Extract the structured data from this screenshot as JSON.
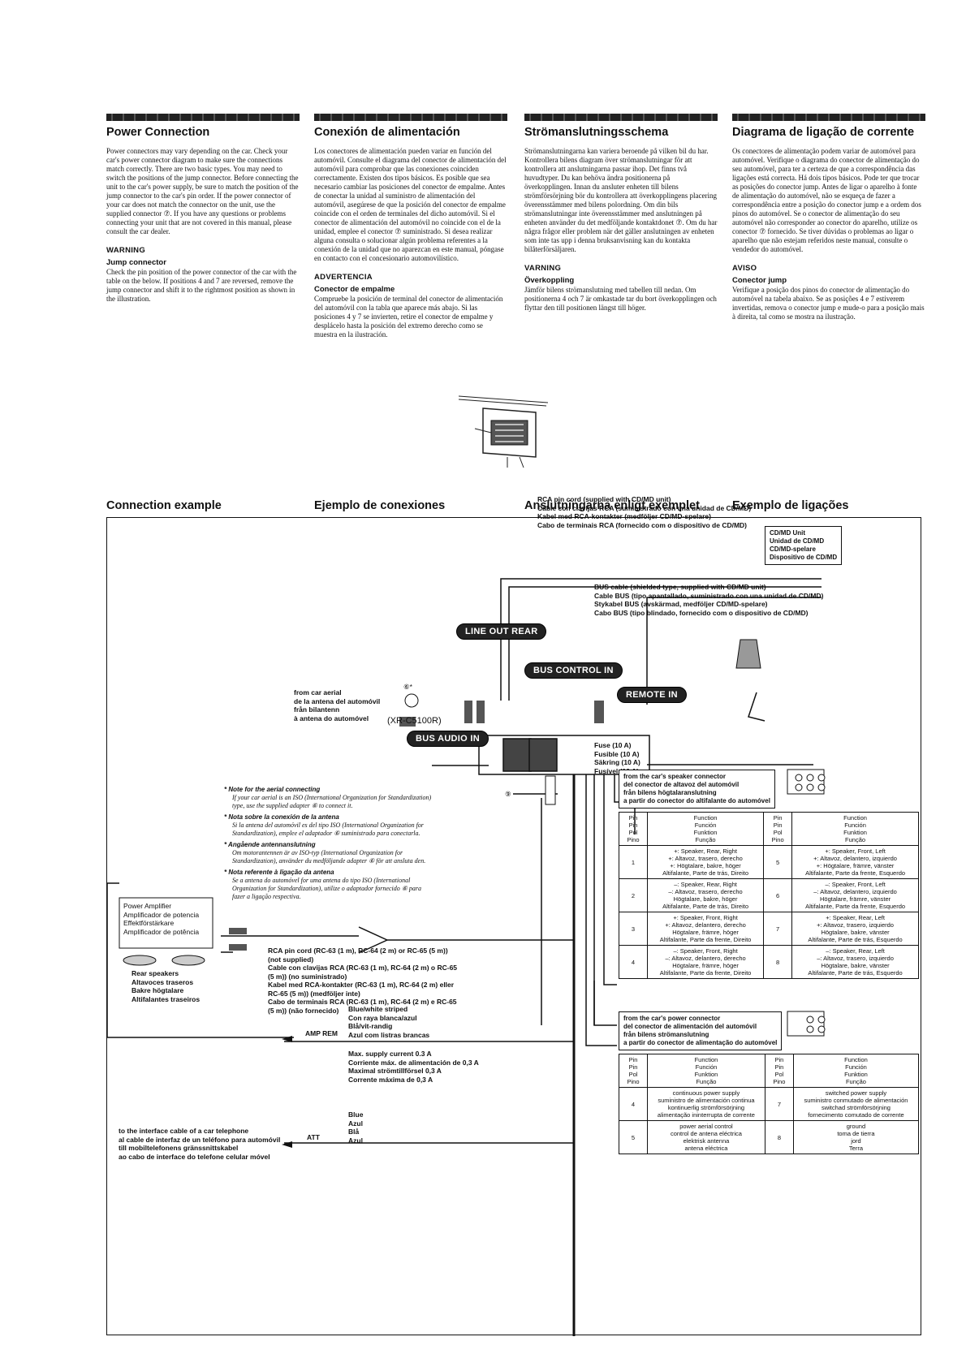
{
  "columns": [
    {
      "title": "Power Connection",
      "body": "Power connectors may vary depending on the car. Check your car's power connector diagram to make sure the connections match correctly. There are two basic types. You may need to switch the positions of the jump connector. Before connecting the unit to the car's power supply, be sure to match the position of the jump connector to the car's pin order. If the power connector of your car does not match the connector on the unit, use the supplied connector ⑦. If you have any questions or problems connecting your unit that are not covered in this manual, please consult the car dealer.",
      "warning": "WARNING",
      "sub_title": "Jump connector",
      "sub_body": "Check the pin position of the power connector of the car with the table on the below. If positions 4 and 7 are reversed, remove the jump connector and shift it to the rightmost position as shown in the illustration."
    },
    {
      "title": "Conexión de alimentación",
      "body": "Los conectores de alimentación pueden variar en función del automóvil. Consulte el diagrama del conector de alimentación del automóvil para comprobar que las conexiones coinciden correctamente. Existen dos tipos básicos. Es posible que sea necesario cambiar las posiciones del conector de empalme. Antes de conectar la unidad al suministro de alimentación del automóvil, asegúrese de que la posición del conector de empalme coincide con el orden de terminales del dicho automóvil. Si el conector de alimentación del automóvil no coincide con el de la unidad, emplee el conector ⑦ suministrado. Si desea realizar alguna consulta o solucionar algún problema referentes a la conexión de la unidad que no aparezcan en este manual, póngase en contacto con el concesionario automovilístico.",
      "warning": "ADVERTENCIA",
      "sub_title": "Conector de empalme",
      "sub_body": "Compruebe la posición de terminal del conector de alimentación del automóvil con la tabla que aparece más abajo. Si las posiciones 4 y 7 se invierten, retire el conector de empalme y desplácelo hasta la posición del extremo derecho como se muestra en la ilustración."
    },
    {
      "title": "Strömanslutningsschema",
      "body": "Strömanslutningarna kan variera beroende på vilken bil du har. Kontrollera bilens diagram över strömanslutningar för att kontrollera att anslutningarna passar ihop. Det finns två huvudtyper. Du kan behöva ändra positionerna på överkopplingen. Innan du ansluter enheten till bilens strömförsörjning bör du kontrollera att överkopplingens placering överensstämmer med bilens polordning. Om din bils strömanslutningar inte överensstämmer med anslutningen på enheten använder du det medföljande kontaktdonet ⑦. Om du har några frågor eller problem när det gäller anslutningen av enheten som inte tas upp i denna bruksanvisning kan du kontakta bilåterförsäljaren.",
      "warning": "VARNING",
      "sub_title": "Överkoppling",
      "sub_body": "Jämför bilens strömanslutning med tabellen till nedan. Om positionerna 4 och 7 är omkastade tar du bort överkopplingen och flyttar den till positionen längst till höger."
    },
    {
      "title": "Diagrama de ligação de corrente",
      "body": "Os conectores de alimentação podem variar de automóvel para automóvel. Verifique o diagrama do conector de alimentação do seu automóvel, para ter a certeza de que a correspondência das ligações está correcta. Há dois tipos básicos. Pode ter que trocar as posições do conector jump. Antes de ligar o aparelho à fonte de alimentação do automóvel, não se esqueça de fazer a correspondência entre a posição do conector jump e a ordem dos pinos do automóvel. Se o conector de alimentação do seu automóvel não corresponder ao conector do aparelho, utilize os conector ⑦ fornecido. Se tiver dúvidas o problemas ao ligar o aparelho que não estejam referidos neste manual, consulte o vendedor do automóvel.",
      "warning": "AVISO",
      "sub_title": "Conector jump",
      "sub_body": "Verifique a posição dos pinos do conector de alimentação do automóvel na tabela abaixo. Se as posições 4 e 7 estiverem invertidas, remova o conector jump e mude-o para a posição mais à direita, tal como se mostra na ilustração."
    }
  ],
  "connection_titles": [
    "Connection example",
    "Ejemplo de conexiones",
    "Anslutningarna enligt exemplet",
    "Exemplo de ligações"
  ],
  "diagram": {
    "rca_top": "RCA pin cord (supplied with CD/MD unit)\nCable con clavijas RCA (suministrado con una unidad de CD/MD)\nKabel med RCA-kontakter (medföljer CD/MD-spelare)\nCabo de terminais RCA (fornecido com o dispositivo de CD/MD)",
    "cdmd": "CD/MD Unit\nUnidad de CD/MD\nCD/MD-spelare\nDispositivo de CD/MD",
    "bus_cable": "BUS cable (shielded type, supplied with CD/MD unit)\nCable BUS (tipo apantallado, suministrado con una unidad de CD/MD)\nStykabel BUS (avskärmad, medföljer CD/MD-spelare)\nCabo BUS (tipo blindado, fornecido com o dispositivo de CD/MD)",
    "line_out_rear": "LINE OUT REAR",
    "bus_control_in": "BUS CONTROL IN",
    "remote_in": "REMOTE IN",
    "bus_audio_in": "BUS AUDIO IN",
    "model": "(XR-C5100R)",
    "aerial": "from car aerial\nde la antena del automóvil\nfrån bilantenn\nà antena do automóvel",
    "marker6": "⑥*",
    "marker9": "⑨",
    "fuse": "Fuse (10 A)\nFusible (10 A)\nSäkring (10 A)\nFusível (10 A)",
    "notes": [
      {
        "h": "* Note for the aerial connecting",
        "b": "If your car aerial is an ISO (International Organization for Standardization) type, use the supplied adapter ⑥ to connect it."
      },
      {
        "h": "* Nota sobre la conexión de la antena",
        "b": "Si la antena del automóvil es del tipo ISO (International Organization for Standardization), emplee el adaptador ⑥ suministrado para conectarla."
      },
      {
        "h": "* Angående antennanslutning",
        "b": "Om motorantennen är av ISO-typ (International Organization for Standardization), använder du medföljande adapter ⑥ för att ansluta den."
      },
      {
        "h": "* Nota referente à ligação da antena",
        "b": "Se a antena do automóvel for uma antena do tipo ISO (International Organization for Standardization), utilize o adaptador fornecido ⑥ para fazer a ligação respectiva."
      }
    ],
    "amp": "Power Amplifier\nAmplificador de potencia\nEffektförstärkare\nAmplificador de potência",
    "rear_speakers": "Rear speakers\nAltavoces traseros\nBakre högtalare\nAltifalantes traseiros",
    "rca_bottom": "RCA pin cord (RC-63 (1 m), RC-64 (2 m) or RC-65 (5 m))\n(not supplied)\nCable con clavijas RCA (RC-63 (1 m), RC-64 (2 m) o RC-65\n(5 m)) (no suministrado)\nKabel med RCA-kontakter (RC-63 (1 m), RC-64 (2 m) eller\nRC-65 (5 m)) (medföljer inte)\nCabo de terminais RCA (RC-63 (1 m), RC-64 (2 m) e RC-65\n(5 m)) (não fornecido)",
    "bluewhite": "Blue/white striped\nCon raya blanca/azul\nBlå/vit-randig\nAzul com listras brancas",
    "amp_rem": "AMP REM",
    "max_supply": "Max. supply current 0.3 A\nCorriente máx. de alimentación de 0,3 A\nMaximal strömtillförsel 0,3 A\nCorrente máxima de 0,3 A",
    "blue": "Blue\nAzul\nBlå\nAzul",
    "att": "ATT",
    "telephone": "to the interface cable of a car telephone\nal cable de interfaz de un teléfono para automóvil\ntill mobiltelefonens gränssnittskabel\nao cabo de interface do telefone celular móvel",
    "speaker_conn": "from the car's speaker connector\ndel conector de altavoz del automóvil\nfrån bilens högtalaranslutning\na partir do conector do altifalante do automóvel",
    "power_conn": "from the car's power connector\ndel conector de alimentación del automóvil\nfrån bilens strömanslutning\na partir do conector de alimentação do automóvel",
    "pin_header": "Pin\nPin\nPol\nPino",
    "func_header": "Function\nFunción\nFunktion\nFunção",
    "speaker_rows": [
      {
        "a": "1",
        "af": "+: Speaker, Rear, Right\n+: Altavoz, trasero, derecho\n+: Högtalare, bakre, höger\nAltifalante, Parte de trás, Direito",
        "b": "5",
        "bf": "+: Speaker, Front, Left\n+: Altavoz, delantero, izquierdo\n+: Högtalare, främre, vänster\nAltifalante, Parte da frente, Esquerdo"
      },
      {
        "a": "2",
        "af": "–: Speaker, Rear, Right\n–: Altavoz, trasero, derecho\nHögtalare, bakre, höger\nAltifalante, Parte de trás, Direito",
        "b": "6",
        "bf": "–: Speaker, Front, Left\n–: Altavoz, delantero, izquierdo\nHögtalare, främre, vänster\nAltifalante, Parte da frente, Esquerdo"
      },
      {
        "a": "3",
        "af": "+: Speaker, Front, Right\n+: Altavoz, delantero, derecho\nHögtalare, främre, höger\nAltifalante, Parte da frente, Direito",
        "b": "7",
        "bf": "+: Speaker, Rear, Left\n+: Altavoz, trasero, izquierdo\nHögtalare, bakre, vänster\nAltifalante, Parte de trás, Esquerdo"
      },
      {
        "a": "4",
        "af": "–: Speaker, Front, Right\n–: Altavoz, delantero, derecho\nHögtalare, främre, höger\nAltifalante, Parte da frente, Direito",
        "b": "8",
        "bf": "–: Speaker, Rear, Left\n–: Altavoz, trasero, izquierdo\nHögtalare, bakre, vänster\nAltifalante, Parte de trás, Esquerdo"
      }
    ],
    "power_rows": [
      {
        "a": "4",
        "af": "continuous power supply\nsuministro de alimentación continua\nkontinuerlig strömförsörjning\nalimentação ininterrupta de corrente",
        "b": "7",
        "bf": "switched power supply\nsuministro conmutado de alimentación\nswitchad strömförsörjning\nfornecimento comutado de corrente"
      },
      {
        "a": "5",
        "af": "power aerial control\ncontrol de antena eléctrica\nelektrisk antenna\nantena eléctrica",
        "b": "8",
        "bf": "ground\ntoma de tierra\njord\nTerra"
      }
    ]
  }
}
